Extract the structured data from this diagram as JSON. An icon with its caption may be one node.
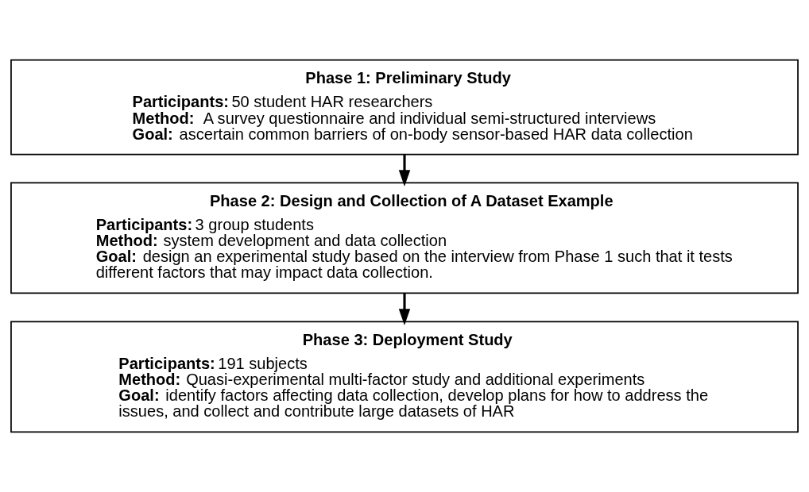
{
  "diagram": {
    "nodes": [
      {
        "text": [
          "Phase 1: Preliminary Study",
          "**Participants:** 50 student HAR researchers",
          "**Method:**  A survey questionnaire and individual semi-structured interviews",
          "**Goal:** ascertain common barriers of on-body sensor-based HAR data collection"
        ]
      },
      {
        "text": [
          "Phase 2: Design and Collection of A Dataset Example",
          "**Participants:** 3 group students",
          "**Method:** system development and data collection",
          "**Goal:** design an experimental study based on the interview from Phase 1 such that it tests different factors that may impact data collection."
        ]
      },
      {
        "text": [
          "Phase 3: Deployment Study",
          "**Participants:** 191 subjects",
          "**Method:** Quasi-experimental multi-factor study and additional experiments",
          "**Goal:** identify factors affecting data collection, develop plans for how to address the issues, and collect and contribute large datasets of HAR"
        ]
      }
    ],
    "edges": [
      {
        "from": 0,
        "to": 1,
        "arrow": "to"
      },
      {
        "from": 1,
        "to": 2,
        "arrow": "to"
      }
    ]
  }
}
